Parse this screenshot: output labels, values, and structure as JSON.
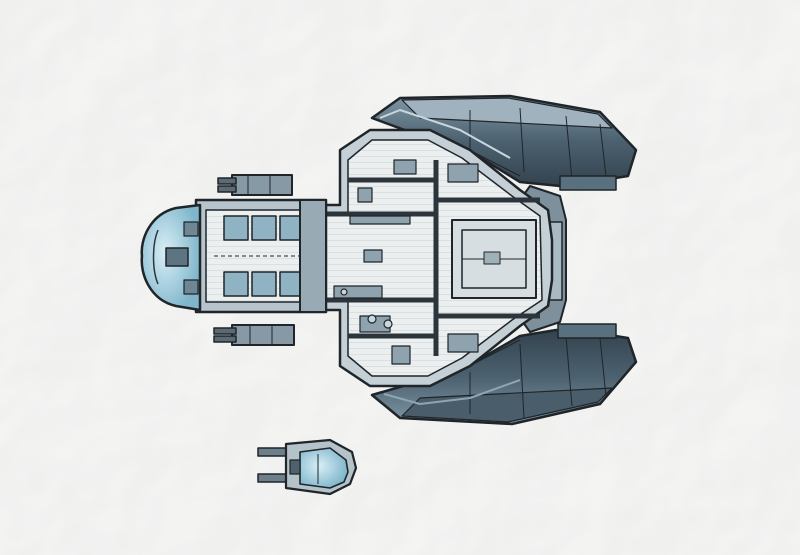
{
  "scene": {
    "background": "crumpled-paper",
    "palette": {
      "paper": "#f4f4f2",
      "ink": "#1f2529",
      "hull_dark": "#4a5a66",
      "hull_mid": "#6f8593",
      "hull_light": "#b9c6ce",
      "floor": "#e9eced",
      "glass": "#9fd0e3"
    },
    "objects": [
      {
        "name": "mothership",
        "icon": "starship-top-down"
      },
      {
        "name": "shuttle",
        "icon": "small-craft-top-down"
      }
    ]
  }
}
